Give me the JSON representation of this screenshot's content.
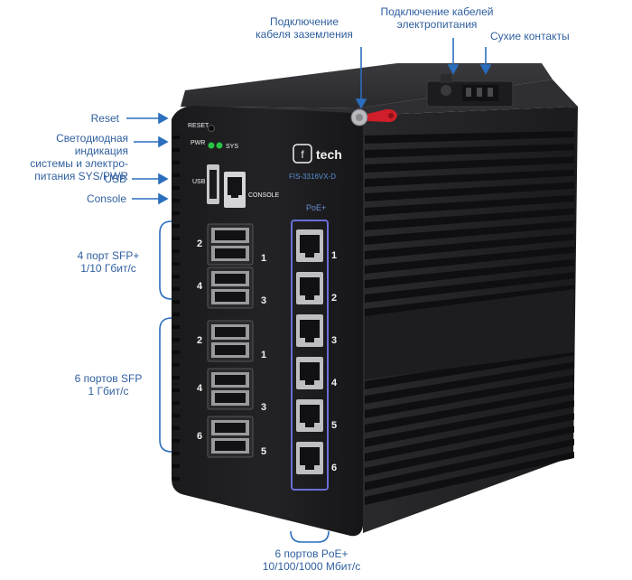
{
  "annotations": {
    "ground": "Подключение\nкабеля заземления",
    "power": "Подключение кабелей\nэлектропитания",
    "dry_contacts": "Сухие контакты",
    "reset": "Reset",
    "led": "Светодиодная индикация\nсистемы и электро-\nпитания SYS/PWR",
    "usb": "USB",
    "console": "Console",
    "sfp_plus": "4 порт SFP+\n1/10 Гбит/с",
    "sfp": "6 портов SFP\n1 Гбит/с",
    "poe": "6 портов PoE+\n10/100/1000 Мбит/с"
  },
  "device": {
    "brand": "tech",
    "model": "FIS-3316VX-D",
    "reset_label": "RESET",
    "pwr_label": "PWR",
    "sys_label": "SYS",
    "usb_label": "USB",
    "console_label": "CONSOLE",
    "poe_label": "PoE+",
    "sfp_plus_numbers": [
      "2",
      "1",
      "4",
      "3"
    ],
    "sfp_numbers": [
      "2",
      "1",
      "4",
      "3",
      "6",
      "5"
    ],
    "poe_numbers": [
      "1",
      "2",
      "3",
      "4",
      "5",
      "6"
    ]
  },
  "colors": {
    "annotation": "#2f5f9e",
    "arrow": "#2a6ebd",
    "led_green": "#27c244",
    "poe_accent": "#6a6fd8",
    "ground_terminal": "#d01e2a"
  }
}
